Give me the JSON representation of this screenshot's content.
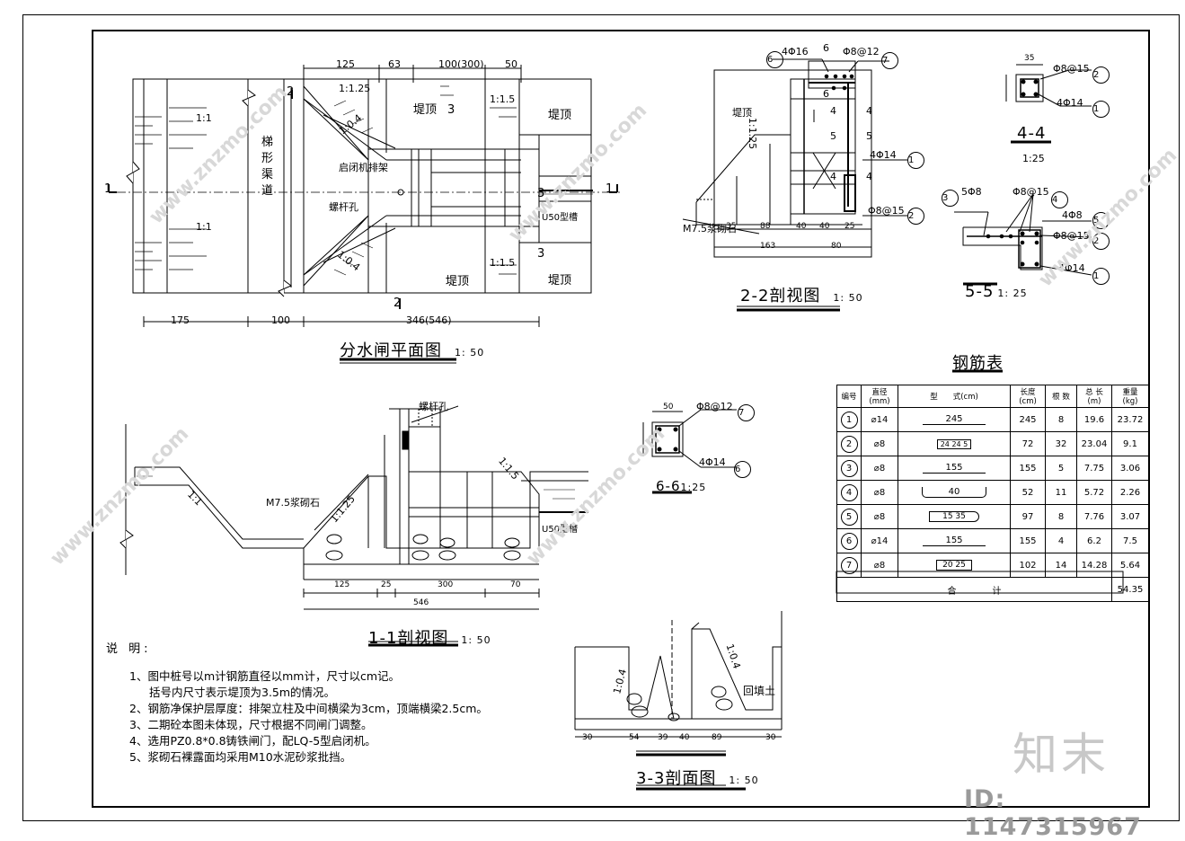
{
  "titles": {
    "plan": "分水闸平面图",
    "plan_scale": "1: 50",
    "sec22": "2-2剖视图",
    "sec22_scale": "1: 50",
    "sec44": "4-4",
    "sec44_scale": "1:25",
    "sec55": "5-5",
    "sec55_scale": "1: 25",
    "sec66": "6-6",
    "sec66_scale": "1:25",
    "sec11": "1-1剖视图",
    "sec11_scale": "1: 50",
    "sec33": "3-3剖面图",
    "sec33_scale": "1: 50",
    "rebar_table": "钢筋表"
  },
  "plan_labels": {
    "dike_top": "堤顶",
    "channel": "梯形渠道",
    "channel_chars": [
      "梯",
      "形",
      "渠",
      "道"
    ],
    "frame": "启闭机排架",
    "bolt_hole": "螺杆孔",
    "u50": "U50型槽",
    "slope_125": "1:1.25",
    "slope_15": "1:1.5",
    "slope_04": "1:0.4",
    "slope_1": "1:1",
    "slope_11": "1:1",
    "dims_top": [
      "125",
      "63",
      "100(300)",
      "50"
    ],
    "dims_bottom": [
      "175",
      "100",
      "346(546)"
    ],
    "sec_marks": [
      "1",
      "2",
      "3"
    ]
  },
  "sec22_labels": {
    "dike_top": "堤顶",
    "slope": "1:1.25",
    "masonry": "M7.5浆砌石",
    "bars": [
      "4Φ16",
      "Φ8@12",
      "4Φ14",
      "Φ8@15"
    ],
    "dims": [
      "35",
      "88",
      "40",
      "40",
      "25",
      "163",
      "80"
    ],
    "circles": [
      "6",
      "7",
      "1",
      "2"
    ],
    "marks": [
      "6",
      "6",
      "4",
      "4",
      "5",
      "5",
      "4",
      "4"
    ]
  },
  "sec44_labels": {
    "bars": [
      "Φ8@15",
      "4Φ14"
    ],
    "circles": [
      "2",
      "1"
    ],
    "dim": "35"
  },
  "sec55_labels": {
    "bars": [
      "5Φ8",
      "Φ8@15",
      "4Φ8",
      "Φ8@15",
      "4Φ14"
    ],
    "circles": [
      "3",
      "4",
      "5",
      "2",
      "1"
    ]
  },
  "sec66_labels": {
    "bars": [
      "Φ8@12",
      "4Φ14"
    ],
    "circles": [
      "7",
      "6"
    ],
    "dim": "50"
  },
  "sec11_labels": {
    "bolt_hole": "螺杆孔",
    "masonry": "M7.5浆砌石",
    "u50": "U50型槽",
    "slope_1": "1:1",
    "slope_125": "1:1.25",
    "slope_15": "1:1.5",
    "dims_bottom": [
      "125",
      "25",
      "300",
      "70"
    ],
    "total": "546"
  },
  "sec33_labels": {
    "backfill": "回填土",
    "slope": "1:0.4",
    "dims_bottom": [
      "30",
      "54",
      "39",
      "40",
      "89",
      "30"
    ]
  },
  "notes": {
    "heading": "说 明:",
    "items": [
      "1、图中桩号以m计钢筋直径以mm计，尺寸以cm记。",
      "括号内尺寸表示堤顶为3.5m的情况。",
      "2、钢筋净保护层厚度：排架立柱及中间横梁为3cm，顶端横梁2.5cm。",
      "3、二期砼本图未体现，尺寸根据不同闸门调整。",
      "4、选用PZ0.8*0.8铸铁闸门，配LQ-5型启闭机。",
      "5、浆砌石裸露面均采用M10水泥砂浆批挡。"
    ]
  },
  "rebar_table": {
    "headers": [
      "编号",
      "直径(mm)",
      "型　　式(cm)",
      "长度(cm)",
      "根 数",
      "总 长(m)",
      "重量 (kg)"
    ],
    "rows": [
      {
        "no": "1",
        "dia": "⌀14",
        "shape": "245",
        "len": "245",
        "cnt": "8",
        "total": "19.6",
        "wt": "23.72"
      },
      {
        "no": "2",
        "dia": "⌀8",
        "shape": "24 24 5",
        "len": "72",
        "cnt": "32",
        "total": "23.04",
        "wt": "9.1"
      },
      {
        "no": "3",
        "dia": "⌀8",
        "shape": "155",
        "len": "155",
        "cnt": "5",
        "total": "7.75",
        "wt": "3.06"
      },
      {
        "no": "4",
        "dia": "⌀8",
        "shape": "40",
        "len": "52",
        "cnt": "11",
        "total": "5.72",
        "wt": "2.26"
      },
      {
        "no": "5",
        "dia": "⌀8",
        "shape": "15 35",
        "len": "97",
        "cnt": "8",
        "total": "7.76",
        "wt": "3.07"
      },
      {
        "no": "6",
        "dia": "⌀14",
        "shape": "155",
        "len": "155",
        "cnt": "4",
        "total": "6.2",
        "wt": "7.5"
      },
      {
        "no": "7",
        "dia": "⌀8",
        "shape": "20 25",
        "len": "102",
        "cnt": "14",
        "total": "14.28",
        "wt": "5.64"
      }
    ],
    "sum_label": "合　　　　计",
    "sum_value": "54.35"
  },
  "watermark": {
    "brand": "知末",
    "id": "ID: 1147315967",
    "site": "www.znzmo.com"
  }
}
